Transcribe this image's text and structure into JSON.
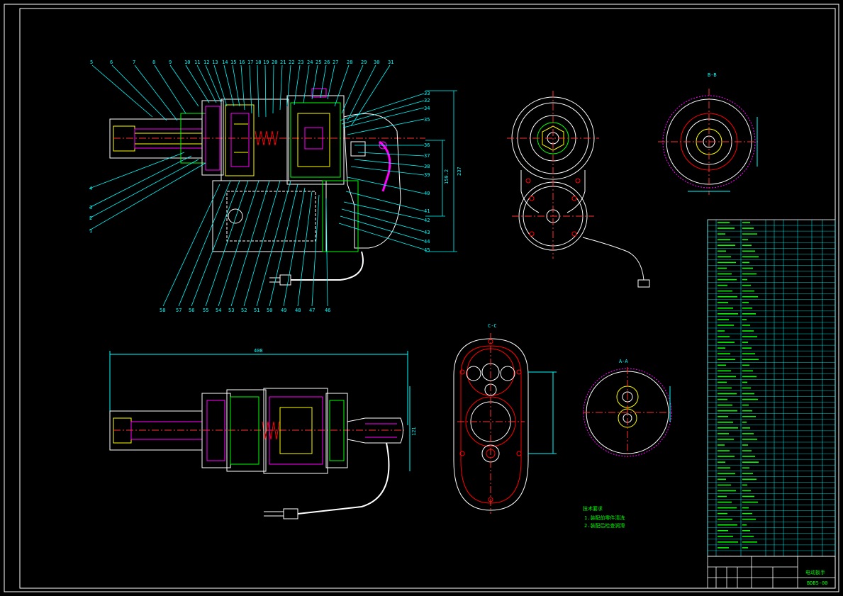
{
  "colors": {
    "background": "#000000",
    "frame": "#ffffff",
    "dimension": "#00ffff",
    "outline": "#ffffff",
    "part_green": "#00ff00",
    "part_yellow": "#ffff00",
    "part_magenta": "#ff00ff",
    "part_red": "#ff0000",
    "center_line": "#ff3030",
    "hatch": "#ff40ff"
  },
  "section_labels": {
    "b_b": "B-B",
    "c_c": "C-C",
    "a_a": "A-A"
  },
  "dimensions": {
    "overall_length": "408",
    "right_height": "237",
    "right_height2": "159.2",
    "bottom_height": "121"
  },
  "balloons_top": [
    "5",
    "6",
    "7",
    "8",
    "9",
    "10",
    "11",
    "12",
    "13",
    "14",
    "15",
    "16",
    "17",
    "18",
    "19",
    "20",
    "21",
    "22",
    "23",
    "24",
    "25",
    "26",
    "27",
    "28",
    "29",
    "30",
    "31"
  ],
  "balloons_right": [
    "33",
    "32",
    "34",
    "35",
    "36",
    "37",
    "38",
    "39",
    "40",
    "41",
    "42",
    "43",
    "44",
    "45"
  ],
  "balloons_left": [
    "4",
    "3",
    "2",
    "1"
  ],
  "balloons_bottom": [
    "58",
    "57",
    "56",
    "55",
    "54",
    "53",
    "52",
    "51",
    "50",
    "49",
    "48",
    "47",
    "46"
  ],
  "notes": {
    "heading": "技术要求",
    "line1": "1.装配前零件清洗",
    "line2": "2.装配后检查润滑"
  },
  "title_block": {
    "drawing_name": "电动扳手",
    "drawing_code": "BDB5-00"
  },
  "bom": {
    "row_count": 58
  }
}
